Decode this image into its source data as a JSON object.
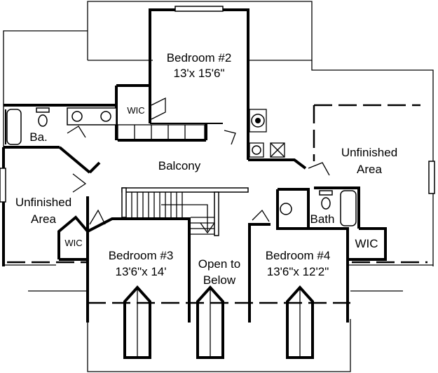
{
  "rooms": {
    "bedroom2": {
      "name": "Bedroom #2",
      "size": "13'x 15'6\""
    },
    "bedroom3": {
      "name": "Bedroom #3",
      "size": "13'6\"x 14'"
    },
    "bedroom4": {
      "name": "Bedroom #4",
      "size": "13'6\"x 12'2\""
    },
    "balcony": "Balcony",
    "unfinished_right": {
      "line1": "Unfinished",
      "line2": "Area"
    },
    "unfinished_left": {
      "line1": "Unfinished",
      "line2": "Area"
    },
    "open_below": {
      "line1": "Open to",
      "line2": "Below"
    },
    "bath_left": "Ba.",
    "bath_right": "Bath",
    "wic_top": "WIC",
    "wic_left": "WIC",
    "wic_right": "WIC"
  }
}
